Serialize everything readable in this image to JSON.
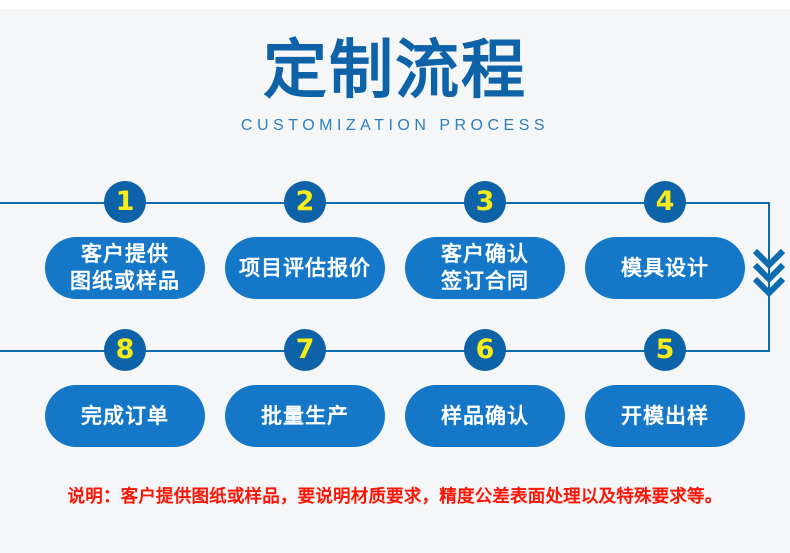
{
  "page": {
    "background_color": "#f5f6f7",
    "title_cn": "定制流程",
    "title_en": "CUSTOMIZATION PROCESS"
  },
  "colors": {
    "title_blue": "#0d62a8",
    "subtitle_blue": "#2c7fc0",
    "circle_blue": "#0d62a8",
    "pill_blue": "#1477c8",
    "line_blue": "#0d6cb0",
    "number_yellow": "#f5ec18",
    "note_red": "#fc1505",
    "pill_text": "#ffffff"
  },
  "flow": {
    "rows": [
      {
        "steps": [
          {
            "number": "1",
            "lines": [
              "客户提供",
              "图纸或样品"
            ]
          },
          {
            "number": "2",
            "lines": [
              "项目评估报价"
            ]
          },
          {
            "number": "3",
            "lines": [
              "客户确认",
              "签订合同"
            ]
          },
          {
            "number": "4",
            "lines": [
              "模具设计"
            ]
          }
        ]
      },
      {
        "steps": [
          {
            "number": "8",
            "lines": [
              "完成订单"
            ]
          },
          {
            "number": "7",
            "lines": [
              "批量生产"
            ]
          },
          {
            "number": "6",
            "lines": [
              "样品确认"
            ]
          },
          {
            "number": "5",
            "lines": [
              "开模出样"
            ]
          }
        ]
      }
    ],
    "connector": {
      "direction_icon": "chevron-down-icon",
      "chevron_count": 3
    }
  },
  "note": {
    "text": "说明：客户提供图纸或样品，要说明材质要求，精度公差表面处理以及特殊要求等。"
  }
}
